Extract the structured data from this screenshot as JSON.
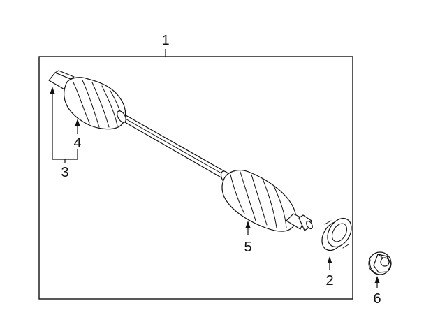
{
  "callouts": [
    {
      "id": "c1",
      "label": "1"
    },
    {
      "id": "c2",
      "label": "2"
    },
    {
      "id": "c3",
      "label": "3"
    },
    {
      "id": "c4",
      "label": "4"
    },
    {
      "id": "c5",
      "label": "5"
    },
    {
      "id": "c6",
      "label": "6"
    }
  ],
  "colors": {
    "line": "#111111",
    "background": "#ffffff"
  }
}
